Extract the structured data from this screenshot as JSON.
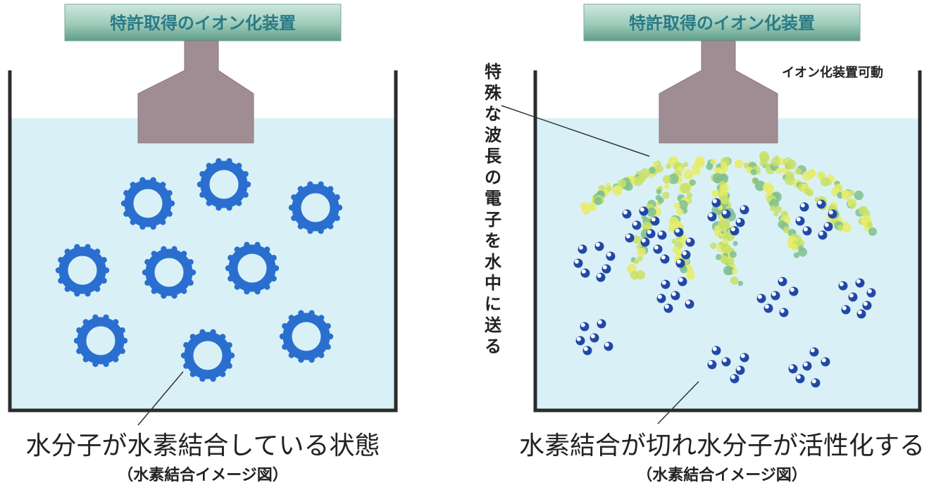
{
  "left_panel": {
    "device_label": "特許取得のイオン化装置",
    "caption": "水分子が水素結合している状態",
    "subcaption": "（水素結合イメージ図）"
  },
  "right_panel": {
    "device_label": "特許取得のイオン化装置",
    "status_label": "イオン化装置可動",
    "side_annotation": "特殊な波長の電子を水中に送る",
    "caption": "水素結合が切れ水分子が活性化する",
    "subcaption": "（水素結合イメージ図）"
  },
  "colors": {
    "label_bg_top": "#a9d3c4",
    "label_bg_bottom": "#6fae99",
    "label_text": "#2a7a86",
    "nozzle": "#a08d94",
    "water": "#d9f1f6",
    "tank_wall": "#2b2b2b",
    "molecule": "#2a6fcf",
    "ion": "#2148a8",
    "electron_stream": "#c7e06a"
  }
}
